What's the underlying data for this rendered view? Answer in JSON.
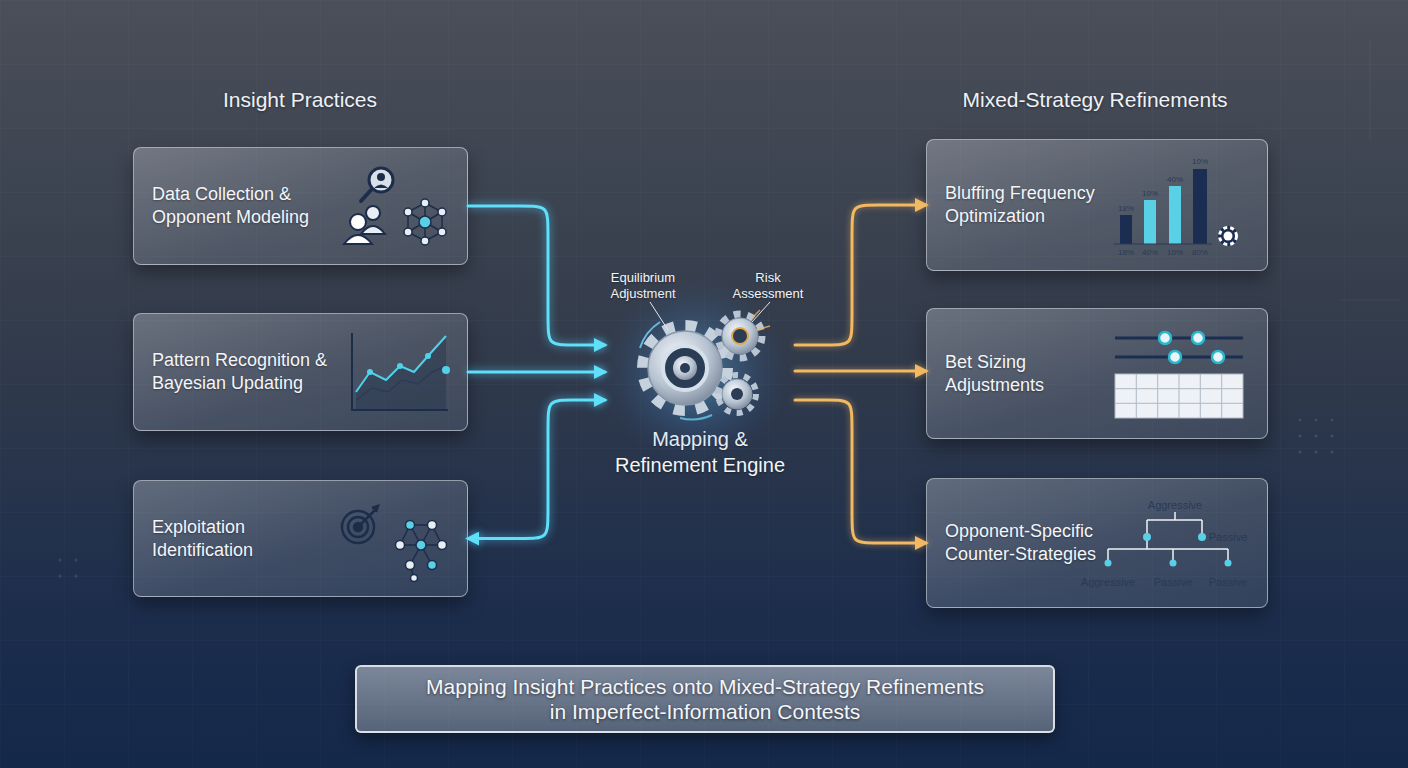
{
  "diagram": {
    "caption": "Mapping Insight Practices onto Mixed-Strategy Refinements in Imperfect-Information Contests",
    "nodes": [
      {
        "text": [
          "Data Collection & Opponent Modeling"
        ]
      },
      {
        "text": [
          "Pattern Recognition & Bayesian Updating"
        ]
      },
      {
        "text": [
          "Exploitation Identification"
        ]
      },
      {
        "text": [
          "Equilibrium Adjustment",
          "Risk Assessment",
          "Mapping & Refinement Engine"
        ]
      },
      {
        "text": [
          "Bluffing Frequency Optimization"
        ]
      },
      {
        "text": [
          "Bet Sizing Adjustments"
        ]
      },
      {
        "text": [
          "Opponent-Specific Counter-Strategies"
        ]
      }
    ],
    "edges": [
      {
        "from": 0,
        "to": 3,
        "arrow": "to"
      },
      {
        "from": 1,
        "to": 3,
        "arrow": "to"
      },
      {
        "from": 2,
        "to": 3,
        "arrow": "both"
      },
      {
        "from": 3,
        "to": 4,
        "arrow": "to"
      },
      {
        "from": 3,
        "to": 5,
        "arrow": "to"
      },
      {
        "from": 3,
        "to": 6,
        "arrow": "to"
      }
    ],
    "labels": [
      "Insight Practices",
      "Mixed-Strategy Refinements",
      "18%",
      "10%",
      "40%",
      "10%",
      "18%",
      "40%",
      "10%",
      "80%",
      "Aggressive",
      "Passive",
      "Aggressive",
      "Passive",
      "Passive"
    ]
  }
}
